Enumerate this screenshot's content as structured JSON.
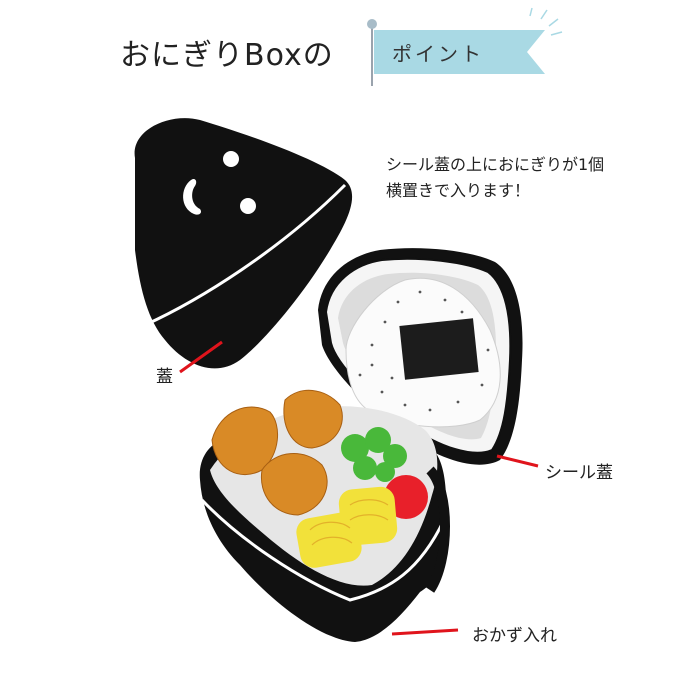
{
  "title": "おにぎりBoxの",
  "flag_label": "ポイント",
  "description": {
    "line1": "シール蓋の上におにぎりが1個",
    "line2": "横置きで入ります！"
  },
  "labels": {
    "lid": "蓋",
    "seal_lid": "シール蓋",
    "side_dish_box": "おかず入れ"
  },
  "colors": {
    "flag": "#a9d9e4",
    "box": "#111111",
    "pointer": "#e0141c",
    "egg": "#f2e13a",
    "karaage": "#d98a26",
    "tomato": "#e8202a",
    "broccoli": "#49b83a",
    "nori": "#1c1c1c"
  }
}
